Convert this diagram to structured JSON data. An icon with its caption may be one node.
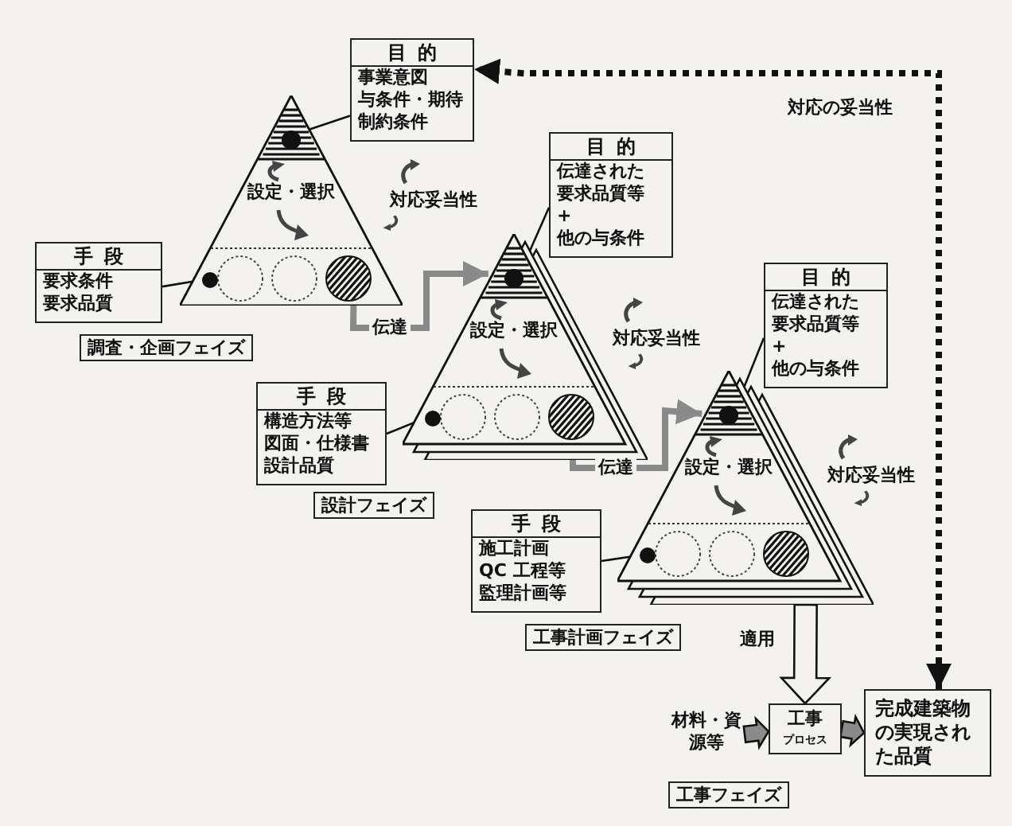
{
  "diagram": {
    "nodes": [
      {
        "text": [
          "目的",
          "事業意図",
          "与条件・期待",
          "制約条件"
        ]
      },
      {
        "text": [
          "設定・選択"
        ],
        "beside": [
          "対応妥当性"
        ]
      },
      {
        "text": [],
        "shape": "circle",
        "in": 1
      },
      {
        "text": [],
        "shape": "circle",
        "in": 1
      },
      {
        "text": [
          "手段",
          "要求条件",
          "要求品質"
        ]
      },
      {
        "text": [
          "調査・企画フェイズ"
        ]
      },
      {
        "text": [
          "目的",
          "伝達された要求品質等",
          "+",
          "他の与条件"
        ]
      },
      {
        "text": [
          "設定・選択"
        ],
        "beside": [
          "対応妥当性"
        ]
      },
      {
        "text": [],
        "shape": "circle",
        "in": 7
      },
      {
        "text": [],
        "shape": "circle",
        "in": 7
      },
      {
        "text": [
          "手段",
          "構造方法等",
          "図面・仕様書",
          "設計品質"
        ]
      },
      {
        "text": [
          "設計フェイズ"
        ]
      },
      {
        "text": [
          "目的",
          "伝達された要求品質等",
          "+",
          "他の与条件"
        ]
      },
      {
        "text": [
          "設定・選択"
        ],
        "beside": [
          "対応妥当性"
        ]
      },
      {
        "text": [],
        "shape": "circle",
        "in": 13
      },
      {
        "text": [],
        "shape": "circle",
        "in": 13
      },
      {
        "text": [
          "手段",
          "施工計画",
          "QC 工程等",
          "監理計画等"
        ]
      },
      {
        "text": [
          "工事計画フェイズ"
        ]
      },
      {
        "text": [
          "材料・資源等"
        ]
      },
      {
        "text": [
          "工事",
          "プロセス"
        ]
      },
      {
        "text": [
          "完成建築物の実現された品質"
        ]
      },
      {
        "text": [
          "工事フェイズ"
        ]
      }
    ],
    "edges": [
      {
        "from": 0,
        "to": 2,
        "arrow": "none"
      },
      {
        "from": 4,
        "to": 3,
        "arrow": "none"
      },
      {
        "from": 1,
        "to": 7,
        "arrow": "to",
        "label": "伝達",
        "style": "thick",
        "color": "#8a8a8a"
      },
      {
        "from": 6,
        "to": 8,
        "arrow": "none"
      },
      {
        "from": 10,
        "to": 9,
        "arrow": "none"
      },
      {
        "from": 7,
        "to": 13,
        "arrow": "to",
        "label": "伝達",
        "style": "thick",
        "color": "#8a8a8a"
      },
      {
        "from": 12,
        "to": 14,
        "arrow": "none"
      },
      {
        "from": 16,
        "to": 15,
        "arrow": "none"
      },
      {
        "from": 13,
        "to": 19,
        "arrow": "to",
        "label": "適用",
        "style": "thick"
      },
      {
        "from": 18,
        "to": 19,
        "arrow": "to",
        "style": "thick",
        "color": "#8a8a8a"
      },
      {
        "from": 19,
        "to": 20,
        "arrow": "to",
        "style": "thick",
        "color": "#8a8a8a"
      },
      {
        "from": 20,
        "to": 0,
        "arrow": "both",
        "label": "対応の妥当性",
        "style": "dashed"
      }
    ]
  }
}
